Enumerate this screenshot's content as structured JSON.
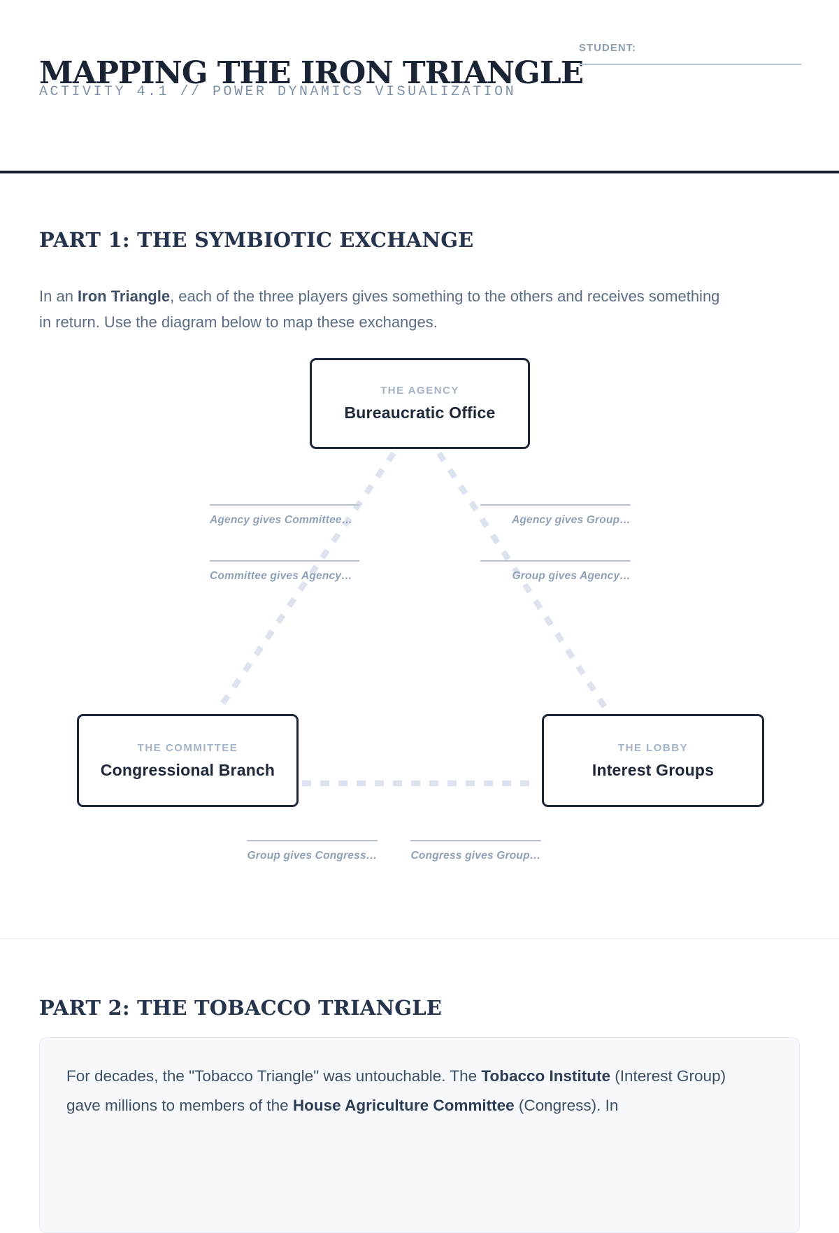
{
  "header": {
    "title": "MAPPING THE IRON TRIANGLE",
    "subtitle": "ACTIVITY 4.1 // POWER DYNAMICS VISUALIZATION",
    "student_label": "STUDENT:"
  },
  "part1": {
    "heading": "PART 1: THE SYMBIOTIC EXCHANGE",
    "intro": {
      "pre": "In an ",
      "bold": "Iron Triangle",
      "post": ", each of the three players gives something to the others and receives something in return. Use the diagram below to map these exchanges."
    }
  },
  "diagram": {
    "nodes": {
      "agency": {
        "kicker": "THE AGENCY",
        "name": "Bureaucratic Office"
      },
      "committee": {
        "kicker": "THE COMMITTEE",
        "name": "Congressional Branch"
      },
      "lobby": {
        "kicker": "THE LOBBY",
        "name": "Interest Groups"
      }
    },
    "blanks": [
      {
        "label": "Agency gives Committee…"
      },
      {
        "label": "Committee gives Agency…"
      },
      {
        "label": "Agency gives Group…"
      },
      {
        "label": "Group gives Agency…"
      },
      {
        "label": "Group gives Congress…"
      },
      {
        "label": "Congress gives Group…"
      }
    ]
  },
  "part2": {
    "heading": "PART 2: THE TOBACCO TRIANGLE",
    "para": {
      "s1": "For decades, the \"Tobacco Triangle\" was untouchable. The ",
      "b1": "Tobacco Institute",
      "s2": " (Interest Group) gave millions to members of the ",
      "b2": "House Agriculture Committee",
      "s3": " (Congress). In"
    }
  },
  "colors": {
    "ink": "#1d2737",
    "heading": "#25344c",
    "body_text": "#5c6c84",
    "muted_label": "#8fa0b6",
    "kicker": "#a3b2c6",
    "header_rule": "#171f33",
    "blank_line": "#b7c3d3",
    "dash": "#dde3ee",
    "card_bg": "#f6f8fb"
  }
}
